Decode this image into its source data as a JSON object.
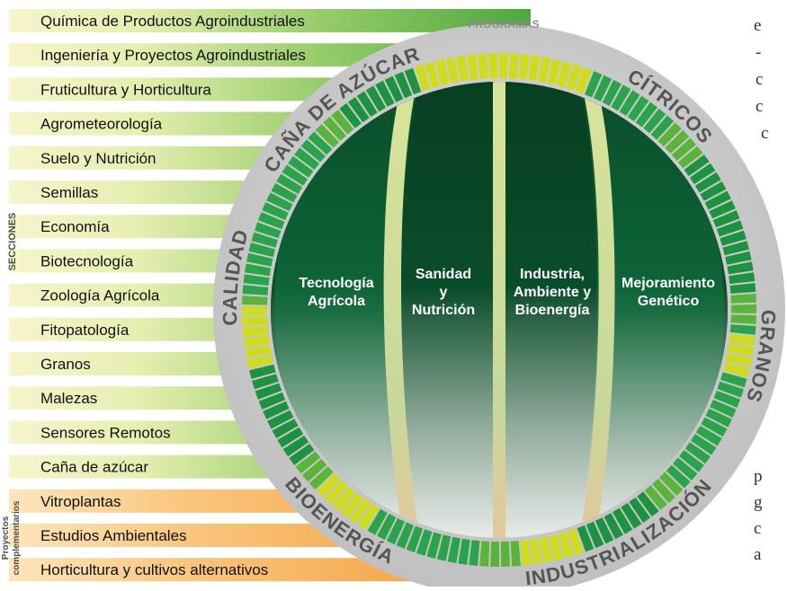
{
  "header_label": "PROGRAMAS",
  "groups": {
    "sections_label": "SECCIONES",
    "complementary_label_line1": "Proyectos",
    "complementary_label_line2": "complementarios"
  },
  "sections": [
    "Química de Productos Agroindustriales",
    "Ingeniería y Proyectos Agroindustriales",
    "Fruticultura y Horticultura",
    "Agrometeorología",
    "Suelo y Nutrición",
    "Semillas",
    "Economía",
    "Biotecnología",
    "Zoología Agrícola",
    "Fitopatología",
    "Granos",
    "Malezas",
    "Sensores Remotos",
    "Caña de azúcar"
  ],
  "complementary_projects": [
    "Vitroplantas",
    "Estudios Ambientales",
    "Horticultura y cultivos alternativos"
  ],
  "programs": [
    {
      "id": "cana",
      "label": "CAÑA DE AZÚCAR"
    },
    {
      "id": "citricos",
      "label": "CÍTRICOS"
    },
    {
      "id": "granos",
      "label": "GRANOS"
    },
    {
      "id": "industrializacion",
      "label": "INDUSTRIALIZACIÓN"
    },
    {
      "id": "bioenergia",
      "label": "BIOENERGÍA"
    },
    {
      "id": "calidad",
      "label": "CALIDAD"
    }
  ],
  "core_areas": [
    {
      "id": "tecnologia",
      "lines": [
        "Tecnología",
        "Agrícola"
      ]
    },
    {
      "id": "sanidad",
      "lines": [
        "Sanidad",
        "y",
        "Nutrición"
      ]
    },
    {
      "id": "industria",
      "lines": [
        "Industria,",
        "Ambiente y",
        "Bioenergía"
      ]
    },
    {
      "id": "mejoramiento",
      "lines": [
        "Mejoramiento",
        "Genético"
      ]
    }
  ],
  "edge_text": {
    "top_right": [
      "e",
      "-",
      "c",
      "c",
      "c"
    ],
    "bottom_right": [
      "p",
      "g",
      "c",
      "a"
    ]
  },
  "colors": {
    "section_bar": "#62b446",
    "section_bar_fade": "#f4f3c4",
    "complementary_bar": "#f59b3a",
    "complementary_bar_fade": "#f8d9a4",
    "dark_green": "#063d20",
    "ring_green": "#1e9a3c",
    "ring_yellow": "#d4de1a",
    "outer_ring": "#c9c9c9"
  }
}
